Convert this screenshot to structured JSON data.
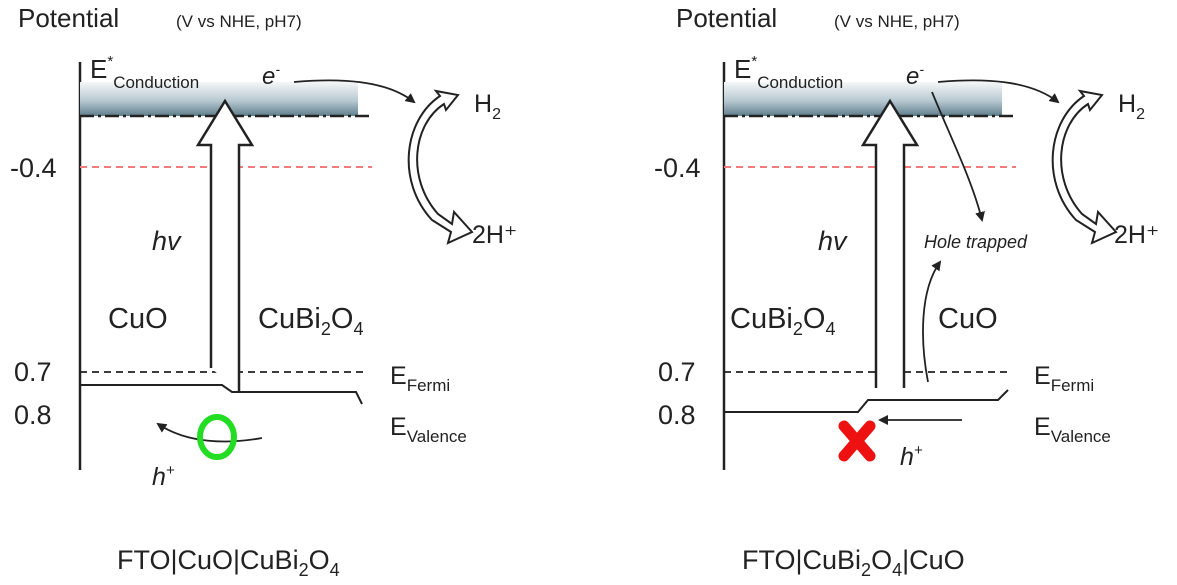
{
  "panels": [
    {
      "axis_title": "Potential",
      "axis_unit": "(V vs NHE, pH7)",
      "conduction_prefix": "E",
      "conduction_sup": "*",
      "conduction_sub": "Conduction",
      "electron_base": "e",
      "electron_sup": "-",
      "tick_m04": "-0.4",
      "tick_07": "0.7",
      "tick_08": "0.8",
      "hv": "hv",
      "left_material": "CuO",
      "right_material_base": "CuBi",
      "right_material_sub1": "2",
      "right_material_mid": "O",
      "right_material_sub2": "4",
      "fermi_prefix": "E",
      "fermi_sub": "Fermi",
      "valence_prefix": "E",
      "valence_sub": "Valence",
      "hole_base": "h",
      "hole_sup": "+",
      "h2_base": "H",
      "h2_sub": "2",
      "proton": "2H⁺",
      "hole_marker": "circle",
      "caption_pre": "FTO|CuO|CuBi",
      "caption_sub1": "2",
      "caption_mid": "O",
      "caption_sub2": "4",
      "caption_post": ""
    },
    {
      "axis_title": "Potential",
      "axis_unit": "(V vs NHE, pH7)",
      "conduction_prefix": "E",
      "conduction_sup": "*",
      "conduction_sub": "Conduction",
      "electron_base": "e",
      "electron_sup": "-",
      "tick_m04": "-0.4",
      "tick_07": "0.7",
      "tick_08": "0.8",
      "hv": "hv",
      "left_material_base": "CuBi",
      "left_material_sub1": "2",
      "left_material_mid": "O",
      "left_material_sub2": "4",
      "right_material": "CuO",
      "fermi_prefix": "E",
      "fermi_sub": "Fermi",
      "valence_prefix": "E",
      "valence_sub": "Valence",
      "hole_base": "h",
      "hole_sup": "+",
      "h2_base": "H",
      "h2_sub": "2",
      "proton": "2H⁺",
      "hole_trapped": "Hole trapped",
      "hole_marker": "cross",
      "caption_pre": "FTO|CuBi",
      "caption_sub1": "2",
      "caption_mid": "O",
      "caption_sub2": "4",
      "caption_post": "|CuO"
    }
  ],
  "colors": {
    "ink": "#222222",
    "red_dash": "#f27b7b",
    "band_dark": "#5f7e8c",
    "band_light": "#f4f7f8",
    "green_circle": "#22dd22",
    "red_cross": "#ee1111"
  }
}
